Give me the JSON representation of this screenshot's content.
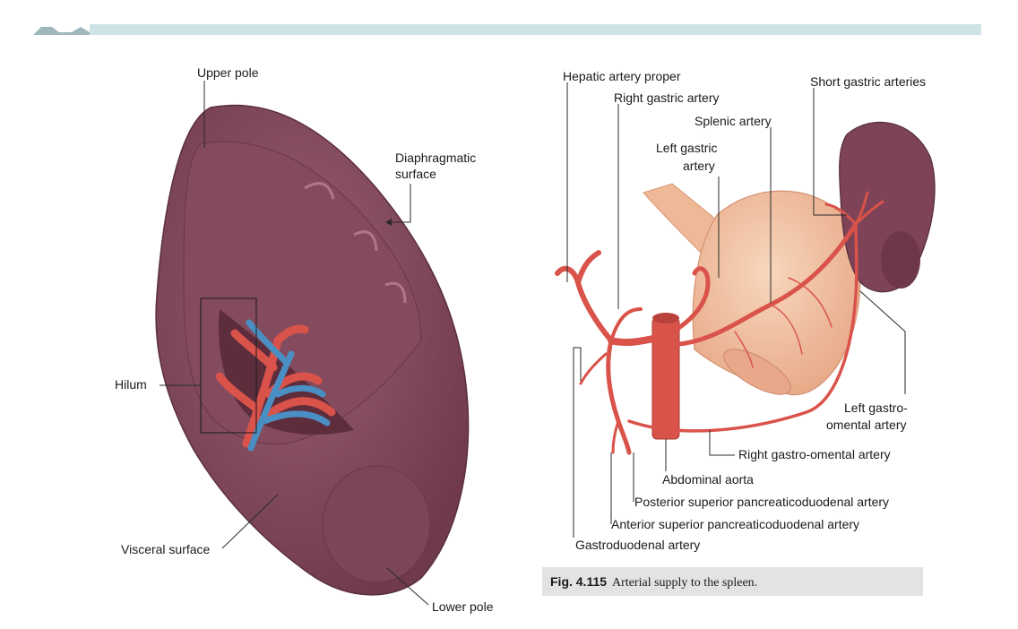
{
  "spleen_labels": {
    "upper_pole": "Upper pole",
    "diaphragmatic_line1": "Diaphragmatic",
    "diaphragmatic_line2": "surface",
    "hilum": "Hilum",
    "visceral_surface": "Visceral surface",
    "lower_pole": "Lower pole"
  },
  "artery_labels": {
    "hepatic_artery_proper": "Hepatic artery proper",
    "right_gastric_artery": "Right gastric artery",
    "splenic_artery": "Splenic artery",
    "short_gastric_arteries": "Short gastric arteries",
    "left_gastric_line1": "Left gastric",
    "left_gastric_line2": "artery",
    "left_gastro_omental_line1": "Left gastro-",
    "left_gastro_omental_line2": "omental artery",
    "right_gastro_omental": "Right gastro-omental artery",
    "abdominal_aorta": "Abdominal aorta",
    "posterior_superior": "Posterior superior pancreaticoduodenal artery",
    "anterior_superior": "Anterior superior pancreaticoduodenal artery",
    "gastroduodenal": "Gastroduodenal artery"
  },
  "caption": {
    "fig_number": "Fig. 4.115",
    "text": "Arterial supply to the spleen."
  },
  "colors": {
    "spleen": "#8a4f62",
    "artery": "#d9534a",
    "vein": "#4a8fc4",
    "stomach": "#f2c2a2",
    "header_bar": "#cfe3e6"
  }
}
